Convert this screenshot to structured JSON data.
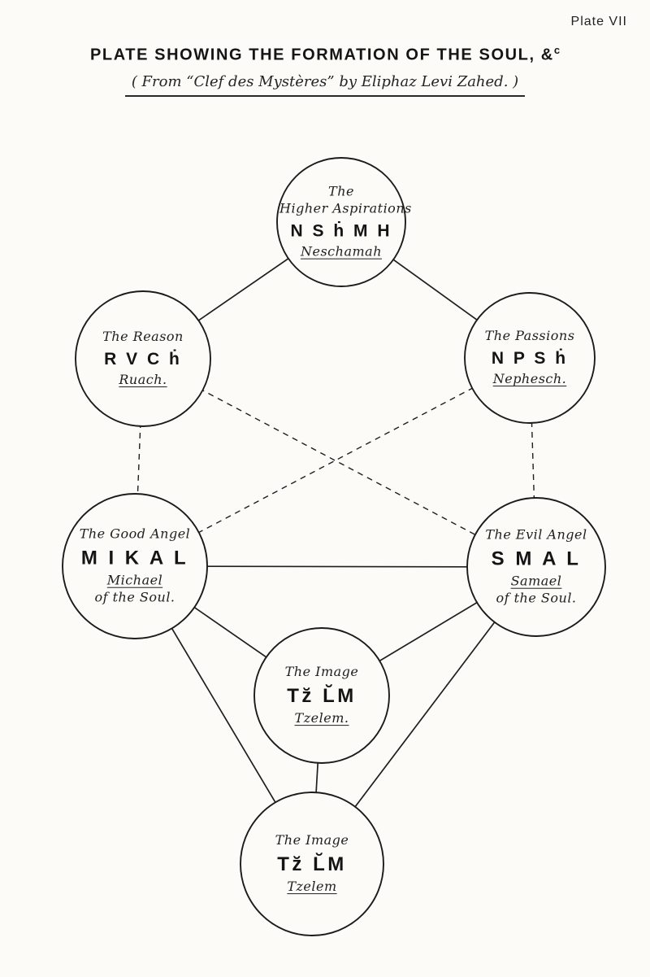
{
  "page": {
    "plate_label": "Plate VII",
    "title_main": "PLATE SHOWING THE FORMATION OF THE SOUL, &",
    "title_sup": "c",
    "subtitle": "( From “Clef des Mystères” by Eliphaz Levi Zahed. )"
  },
  "nodes": [
    {
      "id": "neschamah",
      "line1": "The",
      "line2": "Higher Aspirations",
      "letters": "N S ḣ M H",
      "name": "Neschamah"
    },
    {
      "id": "ruach",
      "line1": "The Reason",
      "letters": "R V C ḣ",
      "name": "Ruach."
    },
    {
      "id": "nephesch",
      "line1": "The Passions",
      "letters": "N P S ḣ",
      "name": "Nephesch."
    },
    {
      "id": "michael",
      "line1": "The Good Angel",
      "letters": "M I K A L",
      "name": "Michael",
      "line4": "of the Soul."
    },
    {
      "id": "samael",
      "line1": "The Evil Angel",
      "letters": "S M A L",
      "name": "Samael",
      "line4": "of the Soul."
    },
    {
      "id": "tzelem-upper",
      "line1": "The Image",
      "letters": "Tz̆ L̆M",
      "name": "Tzelem."
    },
    {
      "id": "tzelem-lower",
      "line1": "The Image",
      "letters": "Tz̆ L̆M",
      "name": "Tzelem"
    }
  ]
}
